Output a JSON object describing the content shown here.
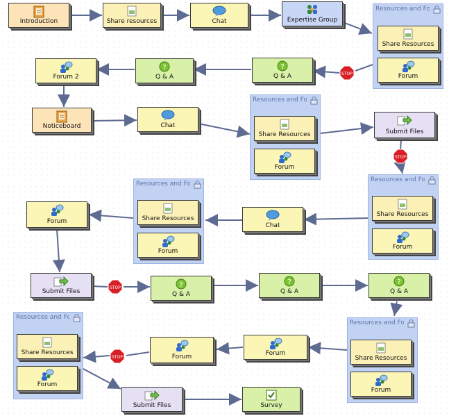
{
  "labels": {
    "introduction": "Introduction",
    "share_resources": "Share resources",
    "share_resources_cap": "Share Resources",
    "chat": "Chat",
    "expertise_group": "Expertise Group",
    "resources_and_forum": "Resources and Foru",
    "forum": "Forum",
    "forum_2": "Forum 2",
    "qa": "Q & A",
    "noticeboard": "Noticeboard",
    "submit_files": "Submit Files",
    "survey": "Survey",
    "stop": "STOP"
  },
  "colors": {
    "edge": "#5d6a91",
    "stop": "#d81f26",
    "info_fill": "#fde3b8",
    "group_fill": "#c2d2f2"
  },
  "icons": {
    "introduction": "notebook-icon",
    "share_resources": "document-icon",
    "chat": "chat-bubble-icon",
    "expertise_group": "people-icon",
    "forum": "forum-people-icon",
    "qa": "question-mark-icon",
    "noticeboard": "notebook-icon",
    "submit_files": "upload-arrow-icon",
    "survey": "checkbox-icon",
    "stop": "stop-sign-icon",
    "options_box": "lock-icon"
  }
}
